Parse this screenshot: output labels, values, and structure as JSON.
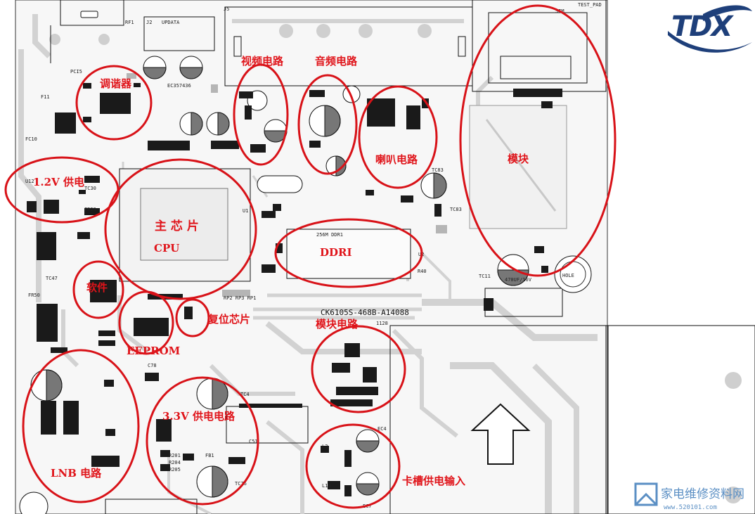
{
  "board": {
    "part_number": "CK6105S-468B-A14088",
    "sub_code": "1128",
    "ddr_chip_text": "256M DDR1",
    "cap_text": "470UF/16V",
    "hole_text": "HOLE",
    "connector_text": "UPDATA",
    "sim_text": "SIM",
    "test_text": "TEST_PAD"
  },
  "labels": {
    "tuner": "调谐器",
    "video": "视频电路",
    "audio": "音频电路",
    "speaker": "喇叭电路",
    "module": "模块",
    "power_1v2": "1.2V 供电",
    "main_chip": "主 芯 片",
    "cpu": "CPU",
    "ddr": "DDRI",
    "software": "软件",
    "reset": "复位芯片",
    "eeprom": "EEPROM",
    "module_circuit": "模块电路",
    "lnb": "LNB 电路",
    "power_3v3": "3.3V 供电电路",
    "card_power": "卡槽供电输入"
  },
  "brand": {
    "logo_text": "TDX",
    "accent_color": "#1e3f7a",
    "ring_color": "#d81218"
  },
  "watermark": {
    "name": "家电维修资料网",
    "url": "www.520101.com",
    "color": "#5b8fc4"
  }
}
